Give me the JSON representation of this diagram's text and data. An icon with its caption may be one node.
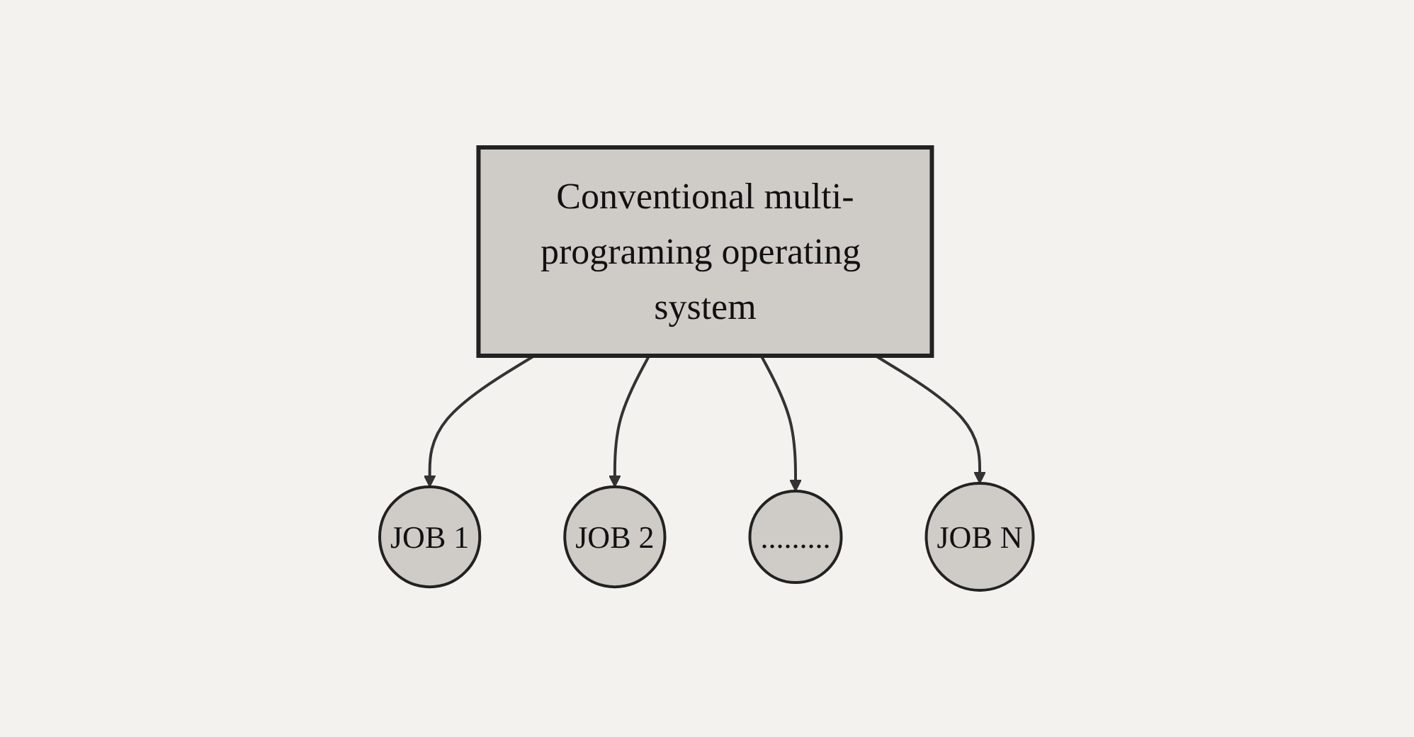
{
  "diagram": {
    "nodes": [
      {
        "text": [
          "Conventional multi-programing operating system"
        ]
      },
      {
        "text": [
          "JOB 1"
        ]
      },
      {
        "text": [
          "JOB 2"
        ]
      },
      {
        "text": [
          "........."
        ]
      },
      {
        "text": [
          "JOB N"
        ]
      }
    ],
    "edges": [
      {
        "from": 0,
        "to": 1,
        "arrow": "to"
      },
      {
        "from": 0,
        "to": 2,
        "arrow": "to"
      },
      {
        "from": 0,
        "to": 3,
        "arrow": "to"
      },
      {
        "from": 0,
        "to": 4,
        "arrow": "to"
      }
    ]
  }
}
